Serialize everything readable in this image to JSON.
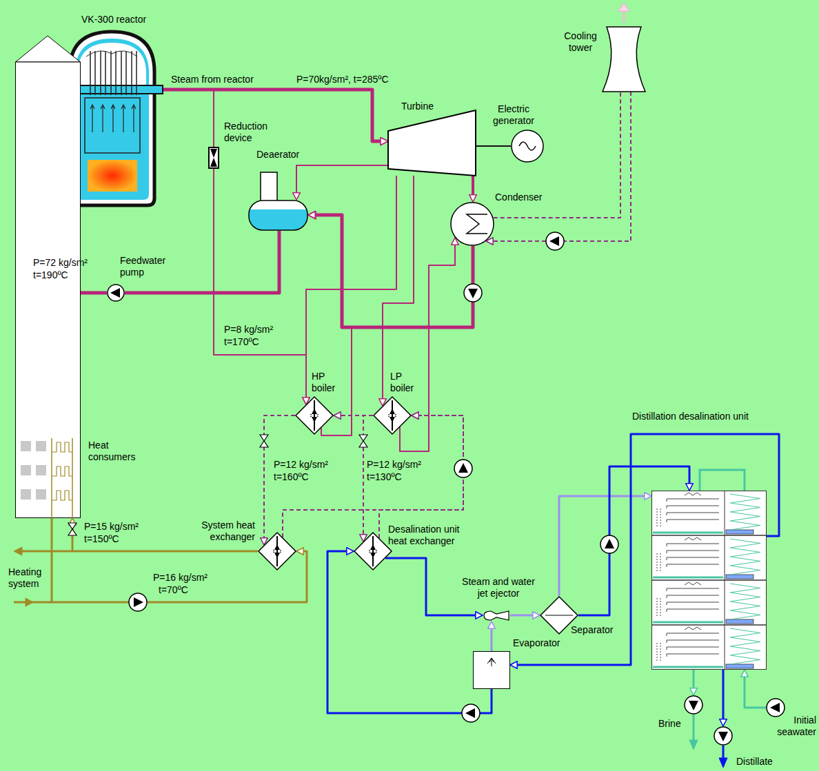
{
  "diagram": {
    "nodes": [
      {
        "text": [
          "VK-300 reactor"
        ]
      },
      {
        "text": [
          "Reduction device"
        ]
      },
      {
        "text": [
          "Deaerator"
        ]
      },
      {
        "text": [
          "Turbine"
        ]
      },
      {
        "text": [
          "Electric generator"
        ]
      },
      {
        "text": [
          "Condenser"
        ]
      },
      {
        "text": [
          "Cooling tower"
        ]
      },
      {
        "text": [
          "Feedwater pump"
        ]
      },
      {
        "text": [
          "HP boiler"
        ]
      },
      {
        "text": [
          "LP boiler"
        ]
      },
      {
        "text": [
          "Heat consumers"
        ]
      },
      {
        "text": [
          "System heat exchanger"
        ]
      },
      {
        "text": [
          "Desalination unit heat exchanger"
        ]
      },
      {
        "text": [
          "Steam and water jet ejector"
        ]
      },
      {
        "text": [
          "Separator"
        ]
      },
      {
        "text": [
          "Evaporator"
        ]
      },
      {
        "text": [
          "Distillation desalination unit"
        ]
      },
      {
        "text": [
          "Brine"
        ]
      },
      {
        "text": [
          "Distillate"
        ]
      },
      {
        "text": [
          "Initial seawater"
        ]
      }
    ],
    "edges": [
      {
        "from": 0,
        "to": 3,
        "arrow": "to"
      },
      {
        "from": 0,
        "to": 1,
        "arrow": "none"
      },
      {
        "from": 1,
        "to": 8,
        "arrow": "to"
      },
      {
        "from": 3,
        "to": 8,
        "arrow": "to"
      },
      {
        "from": 3,
        "to": 2,
        "arrow": "to"
      },
      {
        "from": 3,
        "to": 5,
        "arrow": "to"
      },
      {
        "from": 3,
        "to": 9,
        "arrow": "to"
      },
      {
        "from": 5,
        "to": 2,
        "arrow": "to"
      },
      {
        "from": 2,
        "to": 7,
        "arrow": "none"
      },
      {
        "from": 7,
        "to": 0,
        "arrow": "to"
      },
      {
        "from": 8,
        "to": 2,
        "arrow": "to"
      },
      {
        "from": 9,
        "to": 5,
        "arrow": "to"
      },
      {
        "from": 3,
        "to": 4,
        "arrow": "none"
      },
      {
        "from": 6,
        "to": 5,
        "arrow": "to"
      },
      {
        "from": 5,
        "to": 6,
        "arrow": "none"
      },
      {
        "from": 8,
        "to": 11,
        "arrow": "to"
      },
      {
        "from": 9,
        "to": 12,
        "arrow": "to"
      },
      {
        "from": 9,
        "to": 8,
        "arrow": "to"
      },
      {
        "from": 11,
        "to": 9,
        "arrow": "to"
      },
      {
        "from": 12,
        "to": 9,
        "arrow": "to"
      },
      {
        "from": 11,
        "to": 10,
        "arrow": "to"
      },
      {
        "from": 10,
        "to": 11,
        "arrow": "to"
      },
      {
        "from": 12,
        "to": 13,
        "arrow": "to"
      },
      {
        "from": 15,
        "to": 12,
        "arrow": "to"
      },
      {
        "from": 15,
        "to": 13,
        "arrow": "to"
      },
      {
        "from": 13,
        "to": 14,
        "arrow": "to"
      },
      {
        "from": 14,
        "to": 16,
        "arrow": "to"
      },
      {
        "from": 14,
        "to": 16,
        "arrow": "to"
      },
      {
        "from": 16,
        "to": 15,
        "arrow": "to"
      },
      {
        "from": 16,
        "to": 17,
        "arrow": "to"
      },
      {
        "from": 16,
        "to": 18,
        "arrow": "to"
      },
      {
        "from": 19,
        "to": 16,
        "arrow": "to"
      }
    ],
    "labels": [
      "Steam from reactor",
      "P=70kg/sm², t=285ºC",
      "P=72 kg/sm²",
      "t=190ºC",
      "P=8 kg/sm²",
      "t=170ºC",
      "P=12 kg/sm²",
      "t=160ºC",
      "P=12 kg/sm²",
      "t=130ºC",
      "P=15 kg/sm²",
      "t=150ºC",
      "P=16 kg/sm²",
      "t=70ºC",
      "Heating system"
    ]
  }
}
